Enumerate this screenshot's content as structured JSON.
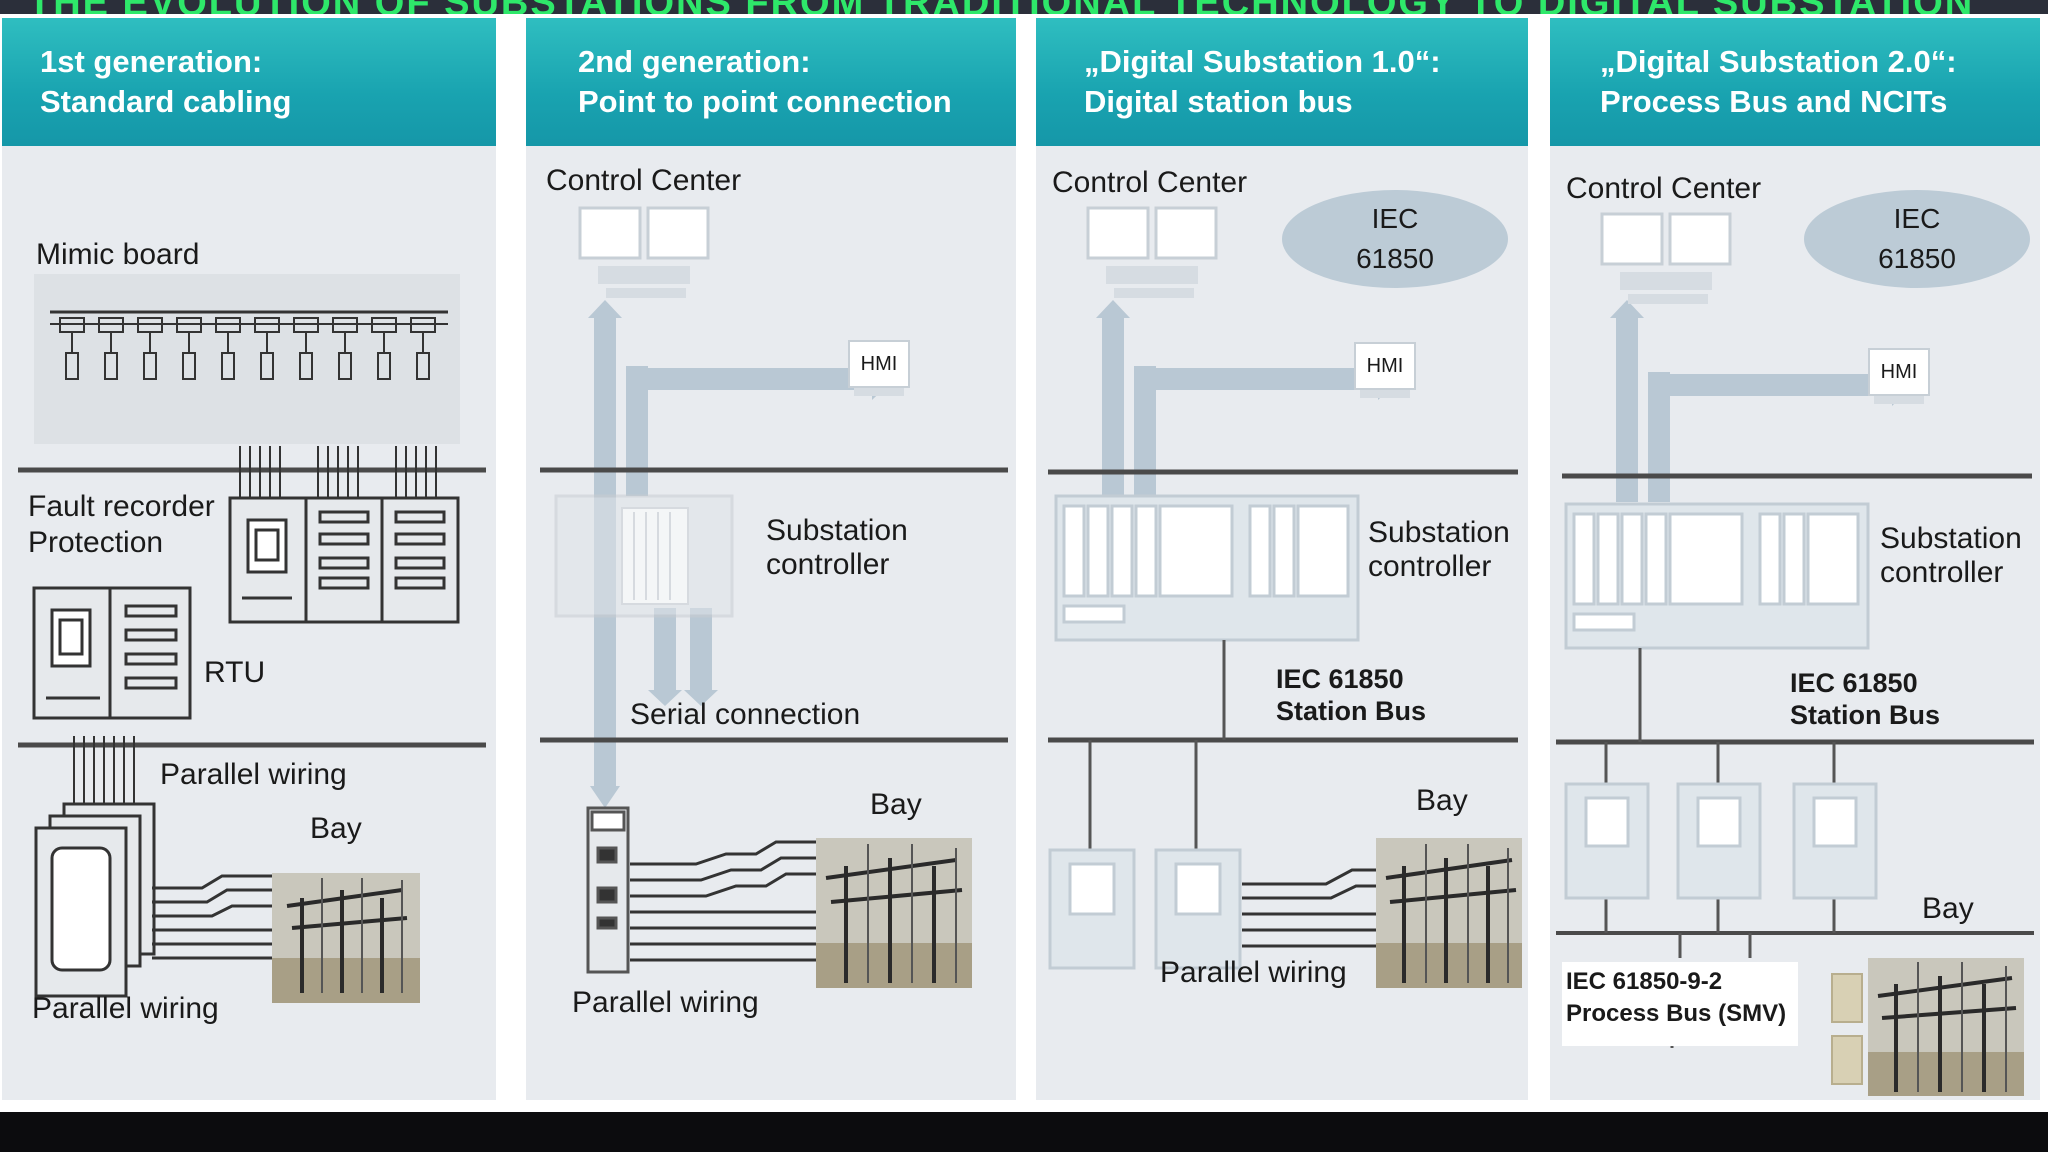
{
  "title": "THE EVOLUTION OF SUBSTATIONS FROM TRADITIONAL TECHNOLOGY TO DIGITAL SUBSTATION",
  "colors": {
    "header": "#1aa8b3",
    "panel_bg": "#e8ebef",
    "conduit": "#b9c8d4",
    "bus": "#4a4a4a"
  },
  "panels": [
    {
      "header_line1": "1st generation:",
      "header_line2": "Standard cabling",
      "mimic_board": "Mimic board",
      "fault_recorder": "Fault recorder",
      "protection": "Protection",
      "rtu": "RTU",
      "parallel_wiring_top": "Parallel wiring",
      "bay": "Bay",
      "parallel_wiring_bottom": "Parallel wiring"
    },
    {
      "header_line1": "2nd generation:",
      "header_line2": "Point to point connection",
      "control_center": "Control Center",
      "hmi": "HMI",
      "substation": "Substation",
      "controller": "controller",
      "serial_connection": "Serial connection",
      "bay": "Bay",
      "parallel_wiring": "Parallel wiring"
    },
    {
      "header_line1": "„Digital Substation 1.0“:",
      "header_line2": "Digital station bus",
      "control_center": "Control Center",
      "iec_top": "IEC",
      "iec_num": "61850",
      "hmi": "HMI",
      "substation": "Substation",
      "controller": "controller",
      "station_bus_line1": "IEC 61850",
      "station_bus_line2": "Station Bus",
      "bay": "Bay",
      "parallel_wiring": "Parallel wiring"
    },
    {
      "header_line1": "„Digital Substation 2.0“:",
      "header_line2": "Process Bus  and NCITs",
      "control_center": "Control Center",
      "iec_top": "IEC",
      "iec_num": "61850",
      "hmi": "HMI",
      "substation": "Substation",
      "controller": "controller",
      "station_bus_line1": "IEC 61850",
      "station_bus_line2": "Station Bus",
      "bay": "Bay",
      "process_bus_line1": "IEC 61850-9-2",
      "process_bus_line2": "Process Bus (SMV)"
    }
  ]
}
